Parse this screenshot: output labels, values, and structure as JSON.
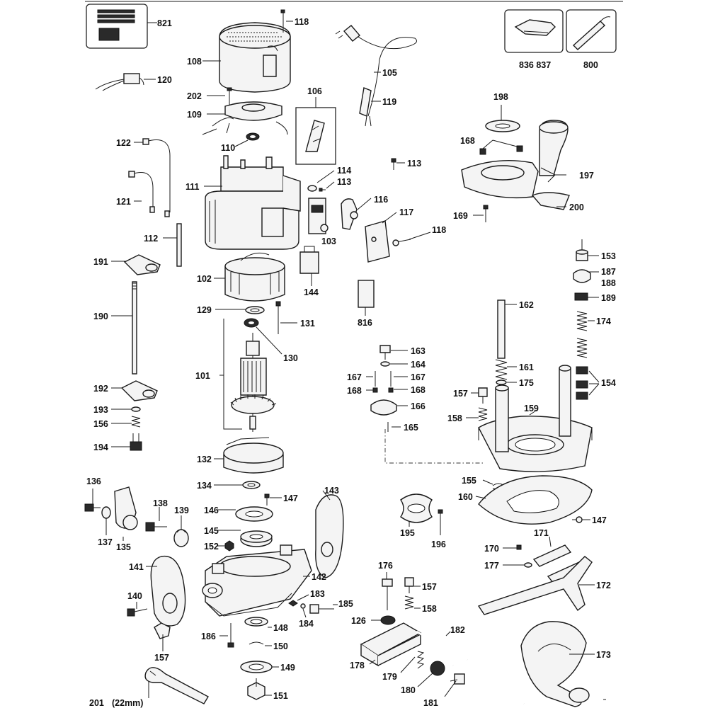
{
  "labels": {
    "p821": "821",
    "p118a": "118",
    "p836": "836 837",
    "p800": "800",
    "p108": "108",
    "p105": "105",
    "p120": "120",
    "p106": "106",
    "p202": "202",
    "p119": "119",
    "p109": "109",
    "p198": "198",
    "p168a": "168",
    "p122": "122",
    "p110": "110",
    "p113a": "113",
    "p114": "114",
    "p113b": "113",
    "p197": "197",
    "p111": "111",
    "p121": "121",
    "p116": "116",
    "p117": "117",
    "p200": "200",
    "p169": "169",
    "p118b": "118",
    "p112": "112",
    "p103": "103",
    "p153": "153",
    "p191": "191",
    "p187": "187",
    "p188": "188",
    "p102": "102",
    "p144": "144",
    "p189": "189",
    "p190": "190",
    "p129": "129",
    "p162": "162",
    "p131": "131",
    "p816": "816",
    "p174": "174",
    "p130": "130",
    "p163": "163",
    "p164": "164",
    "p101": "101",
    "p161": "161",
    "p167a": "167",
    "p167b": "167",
    "p154": "154",
    "p175": "175",
    "p192": "192",
    "p168b": "168",
    "p168c": "168",
    "p157a": "157",
    "p166": "166",
    "p193": "193",
    "p159": "159",
    "p156": "156",
    "p158a": "158",
    "p165": "165",
    "p194": "194",
    "p132": "132",
    "p155": "155",
    "p136": "136",
    "p134": "134",
    "p143": "143",
    "p147a": "147",
    "p160": "160",
    "p138": "138",
    "p139": "139",
    "p146": "146",
    "p147b": "147",
    "p137": "137",
    "p135": "135",
    "p145": "145",
    "p195": "195",
    "p196": "196",
    "p171": "171",
    "p152": "152",
    "p170": "170",
    "p141": "141",
    "p176": "176",
    "p177": "177",
    "p142": "142",
    "p172": "172",
    "p157b": "157",
    "p183": "183",
    "p140": "140",
    "p185": "185",
    "p158b": "158",
    "p184": "184",
    "p126": "126",
    "p148": "148",
    "p182": "182",
    "p186": "186",
    "p150": "150",
    "p173": "173",
    "p157c": "157",
    "p178": "178",
    "p149": "149",
    "p179": "179",
    "p180": "180",
    "p151": "151",
    "p201": "201",
    "p22mm": "(22mm)",
    "p181": "181"
  },
  "icons": [
    "label-plate-icon",
    "power-cord-icon",
    "switch-icon",
    "motor-housing-icon",
    "armature-icon",
    "field-coil-icon",
    "router-base-icon",
    "dust-extraction-hood-icon",
    "parallel-guide-icon",
    "spanner-icon",
    "knob-icon",
    "spring-icon",
    "screw-icon",
    "washer-icon"
  ]
}
